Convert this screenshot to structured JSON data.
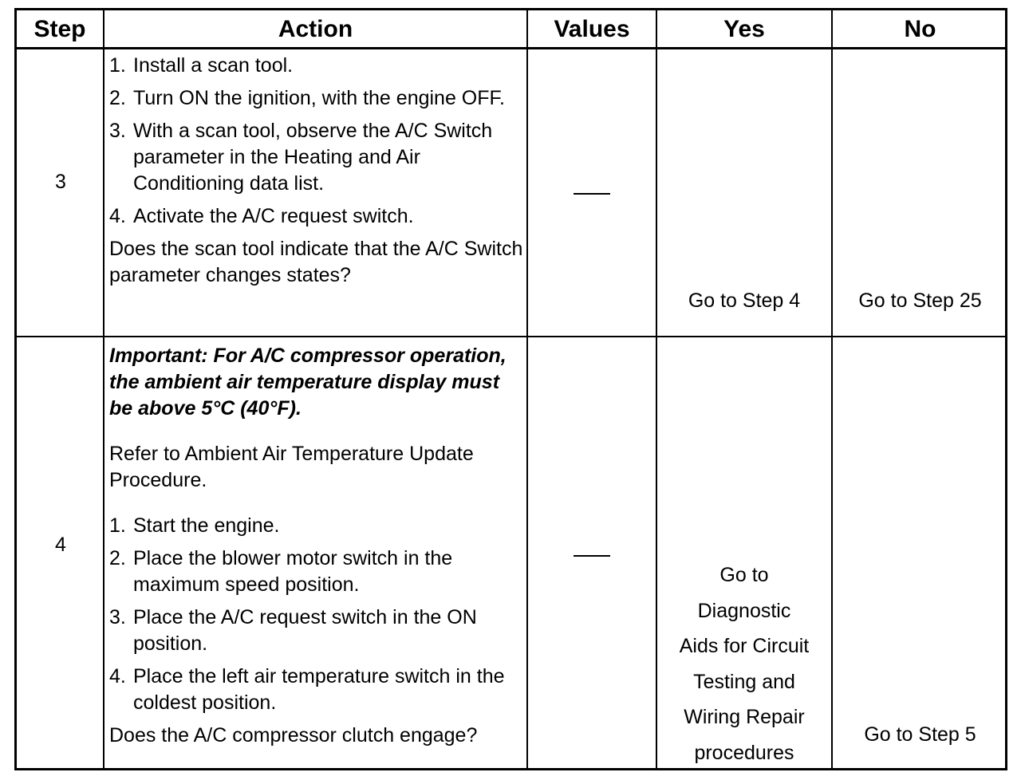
{
  "headers": {
    "step": "Step",
    "action": "Action",
    "values": "Values",
    "yes": "Yes",
    "no": "No"
  },
  "rows": [
    {
      "step": "3",
      "items": [
        {
          "num": "1.",
          "text": "Install a scan tool."
        },
        {
          "num": "2.",
          "text": "Turn ON the ignition, with the engine OFF."
        },
        {
          "num": "3.",
          "text": "With a scan tool, observe the A/C Switch parameter in the Heating and Air Conditioning data list."
        },
        {
          "num": "4.",
          "text": "Activate the A/C request switch."
        }
      ],
      "question": "Does the scan tool indicate that the A/C Switch parameter changes states?",
      "yes": "Go to Step 4",
      "no": "Go to Step 25"
    },
    {
      "step": "4",
      "important": "Important: For A/C compressor operation, the ambient air temperature display must be above 5°C (40°F).",
      "refer": "Refer to Ambient Air Temperature Update Procedure.",
      "items": [
        {
          "num": "1.",
          "text": "Start the engine."
        },
        {
          "num": "2.",
          "text": "Place the blower motor switch in the maximum speed position."
        },
        {
          "num": "3.",
          "text": "Place the A/C request switch in the ON position."
        },
        {
          "num": "4.",
          "text": "Place the left air temperature switch in the coldest position."
        }
      ],
      "question": "Does the A/C compressor clutch engage?",
      "yes_lines": [
        "Go to",
        "Diagnostic",
        "Aids for Circuit",
        "Testing and",
        "Wiring Repair",
        "procedures"
      ],
      "no": "Go to Step 5"
    }
  ]
}
